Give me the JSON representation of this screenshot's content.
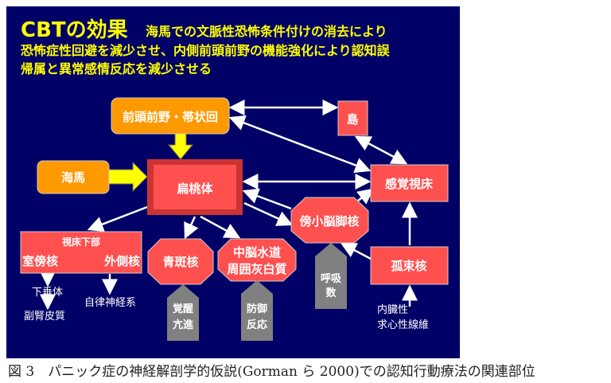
{
  "title": {
    "main": "CBTの効果",
    "line1": "海馬での文脈性恐怖条件付けの消去により",
    "line2": "恐怖症性回避を減少させ、内側前頭前野の機能強化により認知誤",
    "line3": "帰属と異常感情反応を減少させる"
  },
  "nodes": {
    "pfc": "前頭前野・帯状回",
    "insula": "島",
    "hippocampus": "海馬",
    "amygdala": "扁桃体",
    "thalamus": "感覚視床",
    "parabrachial": "傍小脳脚核",
    "hypothalamus": "視床下部",
    "pvn": "室傍核",
    "lateral": "外側核",
    "lc": "青斑核",
    "pag1": "中脳水道",
    "pag2": "周囲灰白質",
    "nts": "孤束核"
  },
  "outputs": {
    "resp1": "呼吸",
    "resp2": "数",
    "arousal1": "覚醒",
    "arousal2": "亢進",
    "defense1": "防御",
    "defense2": "反応",
    "pituitary": "下垂体",
    "adrenal": "副腎皮質",
    "autonomic": "自律神経系",
    "visceral1": "内臓性",
    "visceral2": "求心性線維"
  },
  "caption": "図 3　パニック症の神経解剖学的仮説(Gorman ら  2000)での認知行動療法の関連部位",
  "colors": {
    "bg": "#000066",
    "red": "#ff5050",
    "orange": "#ff9900",
    "yellow": "#ffff00",
    "gray": "#808080"
  }
}
